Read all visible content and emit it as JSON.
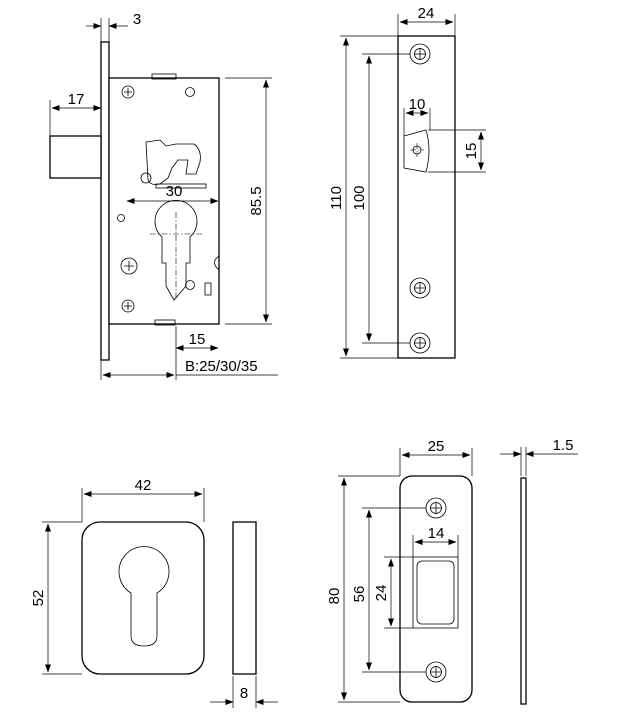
{
  "lock_body": {
    "dims": {
      "faceplate_thickness": "3",
      "bolt_projection": "17",
      "cylinder_hole_width": "30",
      "height": "85.5",
      "latch_offset": "15",
      "backset": "B:25/30/35"
    }
  },
  "faceplate": {
    "dims": {
      "width": "24",
      "length": "110",
      "hole_spacing": "100",
      "slot_width": "10",
      "slot_height": "15"
    }
  },
  "escutcheon": {
    "dims": {
      "width": "42",
      "height": "52",
      "thickness": "8"
    }
  },
  "strike_plate": {
    "dims": {
      "width": "25",
      "thickness": "1.5",
      "length": "80",
      "hole_spacing": "56",
      "opening_height": "24",
      "opening_width": "14"
    }
  }
}
